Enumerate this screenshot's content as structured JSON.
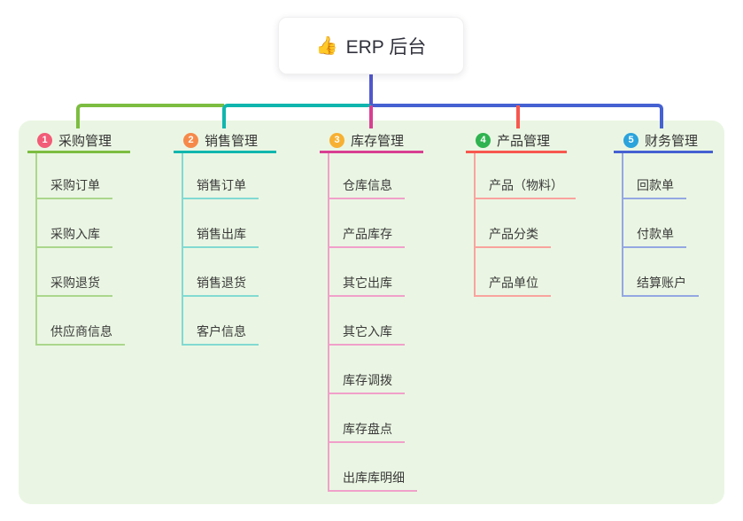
{
  "root": {
    "icon": "👍",
    "title": "ERP 后台"
  },
  "colors": {
    "panel_background": "#eaf6e3",
    "root_connector": "#5157cd"
  },
  "branches": [
    {
      "badge": "1",
      "label": "采购管理",
      "color_main": "#7cbd41",
      "color_light": "#abd78c",
      "color_badge": "#f25c77",
      "children": [
        "采购订单",
        "采购入库",
        "采购退货",
        "供应商信息"
      ]
    },
    {
      "badge": "2",
      "label": "销售管理",
      "color_main": "#10b6ae",
      "color_light": "#82dad2",
      "color_badge": "#f6894a",
      "children": [
        "销售订单",
        "销售出库",
        "销售退货",
        "客户信息"
      ]
    },
    {
      "badge": "3",
      "label": "库存管理",
      "color_main": "#d83f92",
      "color_light": "#f0a0ca",
      "color_badge": "#f7b032",
      "children": [
        "仓库信息",
        "产品库存",
        "其它出库",
        "其它入库",
        "库存调拨",
        "库存盘点",
        "出库库明细"
      ]
    },
    {
      "badge": "4",
      "label": "产品管理",
      "color_main": "#f7574f",
      "color_light": "#f9a39e",
      "color_badge": "#2fb350",
      "children": [
        "产品（物料）",
        "产品分类",
        "产品单位"
      ]
    },
    {
      "badge": "5",
      "label": "财务管理",
      "color_main": "#4561d2",
      "color_light": "#94a7e2",
      "color_badge": "#2ba3dc",
      "children": [
        "回款单",
        "付款单",
        "结算账户"
      ]
    }
  ]
}
